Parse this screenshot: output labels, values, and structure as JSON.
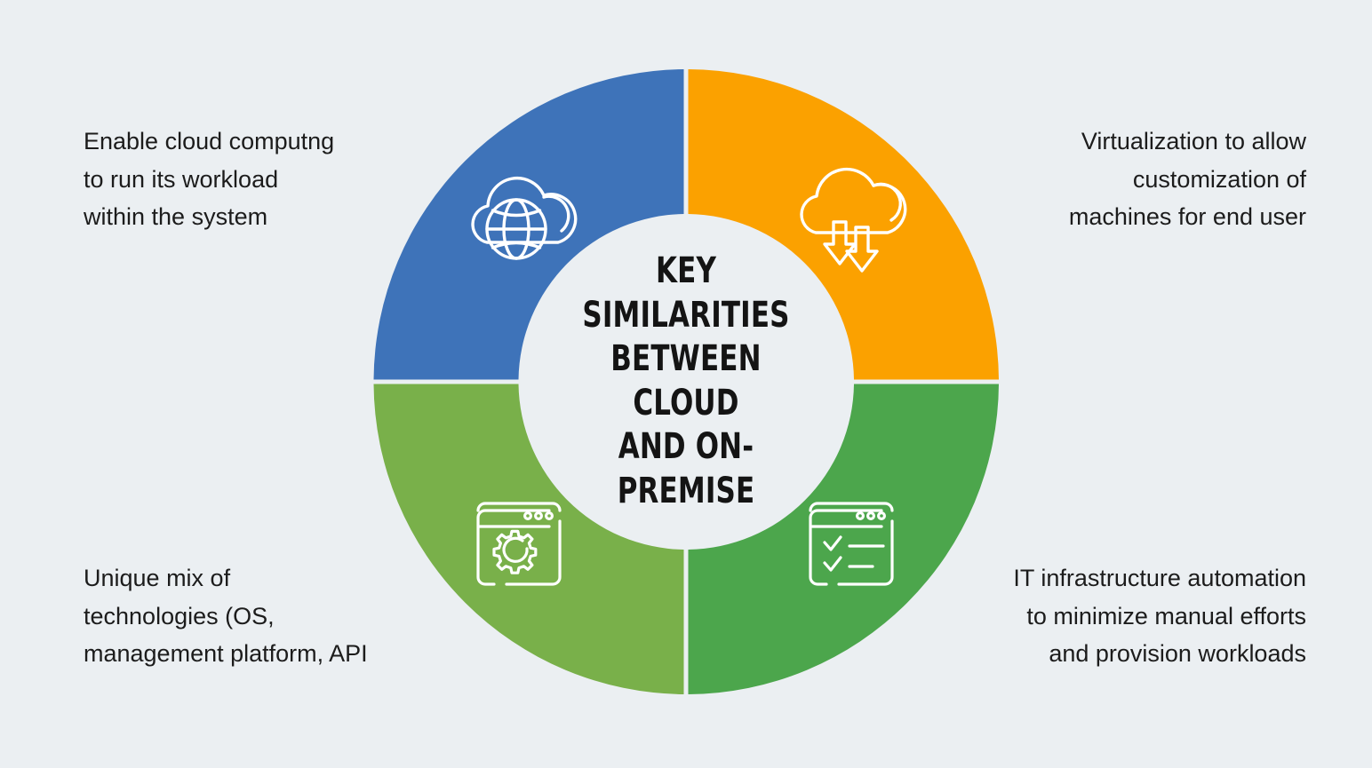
{
  "page": {
    "background_color": "#EBEFF2",
    "text_color": "#1C1C1C"
  },
  "center": {
    "line1": "KEY SIMILARITIES",
    "line2": "BETWEEN CLOUD",
    "line3": "AND ON-PREMISE",
    "text_color": "#141414",
    "fill_color": "#EBEFF2"
  },
  "chart_data": {
    "type": "pie",
    "title": "KEY SIMILARITIES BETWEEN CLOUD AND ON-PREMISE",
    "subtype": "donut",
    "center": [
      772,
      430
    ],
    "outer_radius": 352,
    "inner_radius": 189,
    "gap_degrees": 1.6,
    "legend": "none",
    "categories": [
      "Enable cloud computng to run its workload within the system",
      "Virtualization to allow customization of machines for end user",
      "IT infrastructure automation to minimize manual efforts and provision workloads",
      "Unique mix of technologies (OS, management platform, API"
    ],
    "values": [
      25,
      25,
      25,
      25
    ],
    "colors": [
      "#3E73B9",
      "#FBA100",
      "#4CA64C",
      "#79B04A"
    ]
  },
  "segments": [
    {
      "id": "top-left",
      "color": "#3E73B9",
      "icon": "cloud-globe-icon",
      "label_lines": [
        "Enable cloud computng",
        "to run its workload",
        "within the system"
      ]
    },
    {
      "id": "top-right",
      "color": "#FBA100",
      "icon": "cloud-download-icon",
      "label_lines": [
        "Virtualization to allow",
        "customization of",
        "machines for end user"
      ]
    },
    {
      "id": "bottom-right",
      "color": "#4CA64C",
      "icon": "browser-checklist-icon",
      "label_lines": [
        "IT infrastructure automation",
        "to minimize manual efforts",
        "and provision workloads"
      ]
    },
    {
      "id": "bottom-left",
      "color": "#79B04A",
      "icon": "browser-gear-icon",
      "label_lines": [
        "Unique mix of",
        "technologies (OS,",
        "management platform, API"
      ]
    }
  ]
}
